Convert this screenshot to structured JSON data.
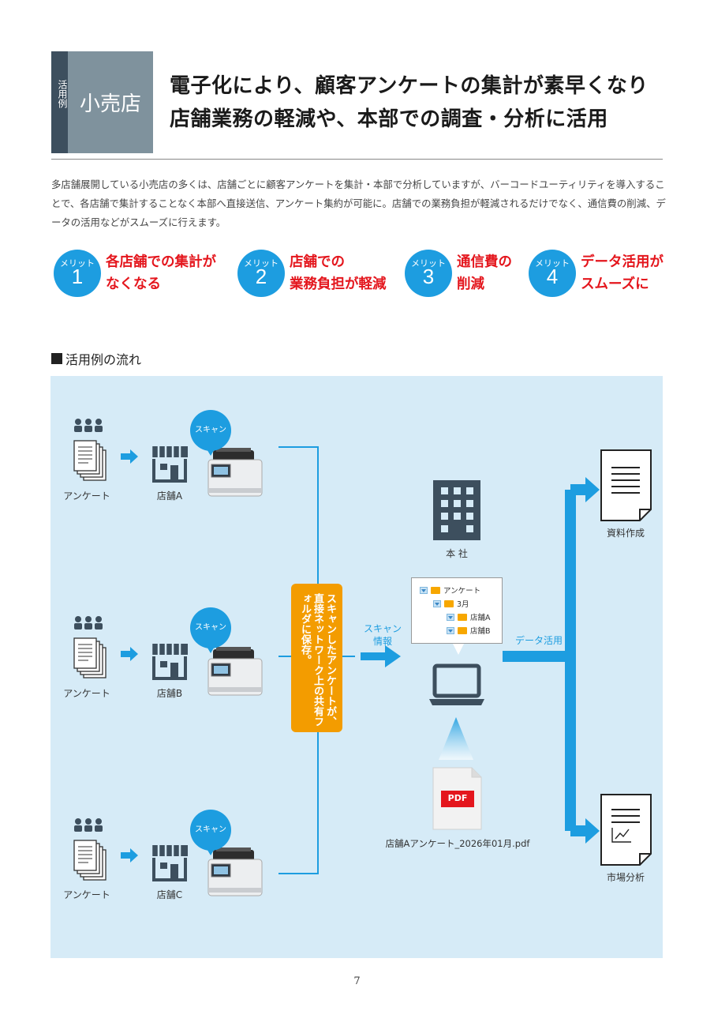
{
  "header": {
    "category_tag": "活用例",
    "category": "小売店",
    "headline_line1": "電子化により、顧客アンケートの集計が素早くなり",
    "headline_line2": "店舗業務の軽減や、本部での調査・分析に活用"
  },
  "intro": "多店舗展開している小売店の多くは、店舗ごとに顧客アンケートを集計・本部で分析していますが、バーコードユーティリティを導入することで、各店舗で集計することなく本部へ直接送信、アンケート集約が可能に。店舗での業務負担が軽減されるだけでなく、通信費の削減、データの活用などがスムーズに行えます。",
  "merits": [
    {
      "label": "メリット",
      "num": "1",
      "line1": "各店舗での集計が",
      "line2": "なくなる"
    },
    {
      "label": "メリット",
      "num": "2",
      "line1": "店舗での",
      "line2": "業務負担が軽減"
    },
    {
      "label": "メリット",
      "num": "3",
      "line1": "通信費の",
      "line2": "削減"
    },
    {
      "label": "メリット",
      "num": "4",
      "line1": "データ活用が",
      "line2": "スムーズに"
    }
  ],
  "flow": {
    "heading": "活用例の流れ",
    "rows": [
      {
        "survey": "アンケート",
        "store": "店舗A",
        "scan": "スキャン"
      },
      {
        "survey": "アンケート",
        "store": "店舗B",
        "scan": "スキャン"
      },
      {
        "survey": "アンケート",
        "store": "店舗C",
        "scan": "スキャン"
      }
    ],
    "orange_text": "スキャンしたアンケートが、直接ネットワーク上の共有フォルダに保存。",
    "scan_info_1": "スキャン",
    "scan_info_2": "情報",
    "hq": "本 社",
    "folders": [
      "アンケート",
      "3月",
      "店舗A",
      "店舗B"
    ],
    "pdf_badge": "PDF",
    "pdf_filename": "店舗Aアンケート_2026年01月.pdf",
    "data_use": "データ活用",
    "output_1": "資料作成",
    "output_2": "市場分析"
  },
  "page_number": "7",
  "colors": {
    "accent_blue": "#1d9de0",
    "red": "#e4161d",
    "orange": "#f39c00",
    "dark_slate": "#3d4f5e",
    "panel_bg": "#d6ebf7"
  }
}
